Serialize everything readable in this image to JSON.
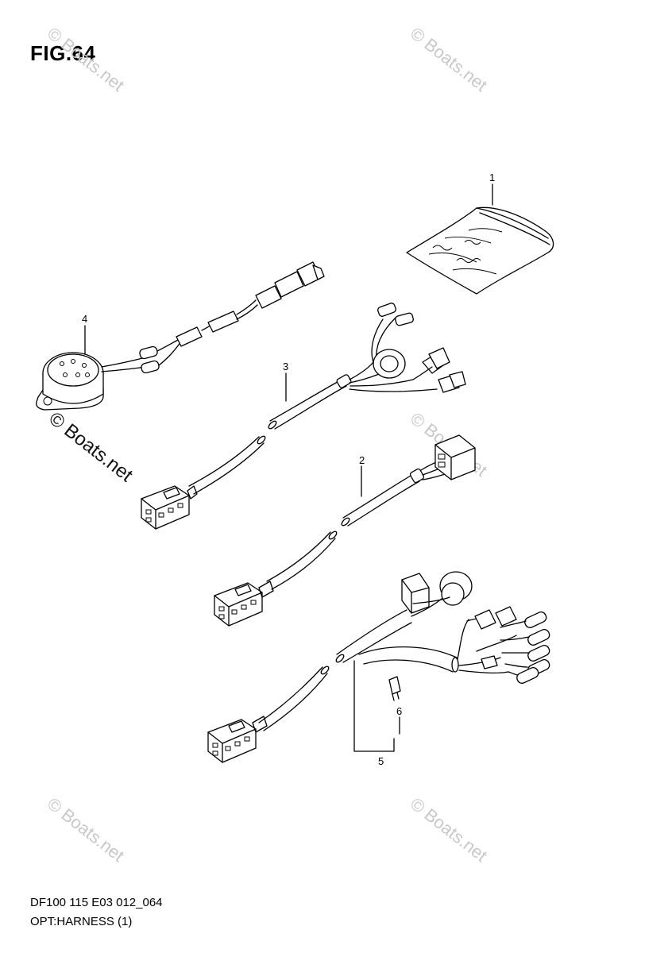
{
  "figure": {
    "title": "FIG.64",
    "code": "DF100 115 E03 012_064",
    "name": "OPT:HARNESS (1)"
  },
  "watermark": "© Boats.net",
  "callouts": {
    "c1": "1",
    "c2": "2",
    "c3": "3",
    "c4": "4",
    "c5": "5",
    "c6": "6"
  }
}
